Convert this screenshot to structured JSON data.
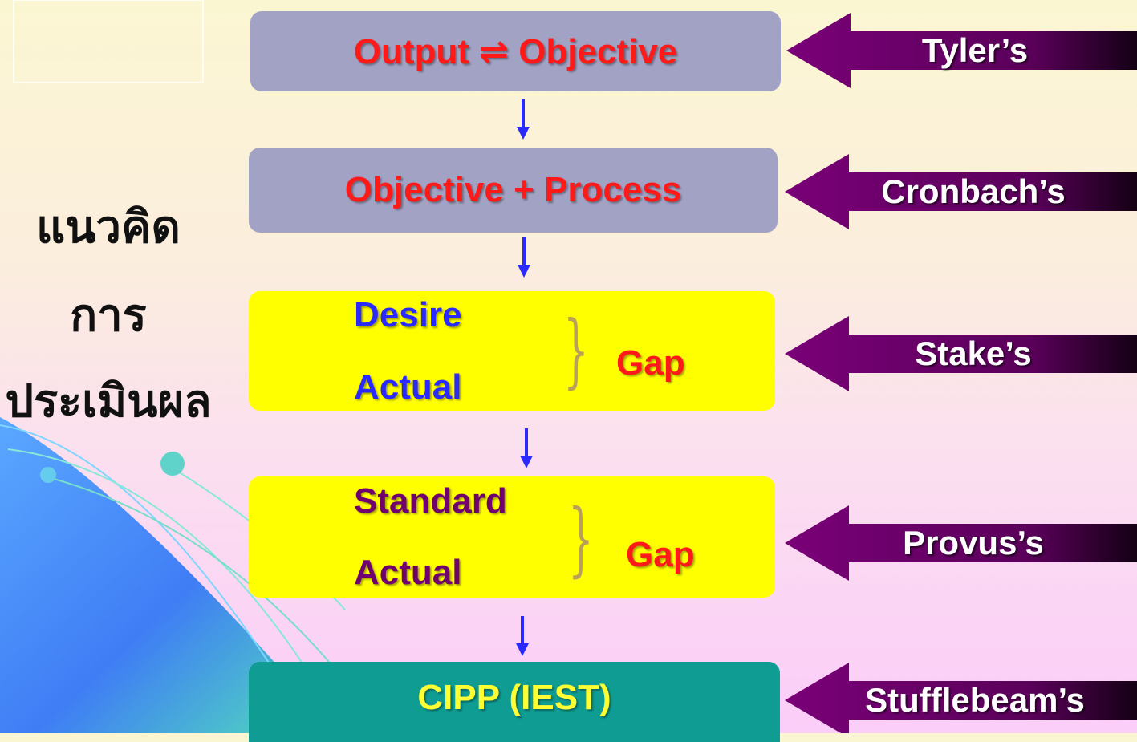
{
  "side_title": [
    "แนวคิด",
    "การ",
    "ประเมินผล"
  ],
  "steps": [
    {
      "text": "Output ⇌ Objective"
    },
    {
      "text": "Objective + Process"
    },
    {
      "top": "Desire",
      "bottom": "Actual",
      "gap": "Gap"
    },
    {
      "top": "Standard",
      "bottom": "Actual",
      "gap": "Gap"
    },
    {
      "text": "CIPP (IEST)"
    }
  ],
  "models": [
    "Tyler’s",
    "Cronbach’s",
    "Stake’s",
    "Provus’s",
    "Stufflebeam’s"
  ],
  "colors": {
    "gray_box": "#a2a2c4",
    "yellow_box": "#ffff00",
    "teal_box": "#0f9c92",
    "banner": "#6d006d",
    "flow_arrow": "#2a2aff",
    "red_text": "#ff1a1a",
    "blue_text": "#2a2aff",
    "purple_text": "#700070"
  }
}
